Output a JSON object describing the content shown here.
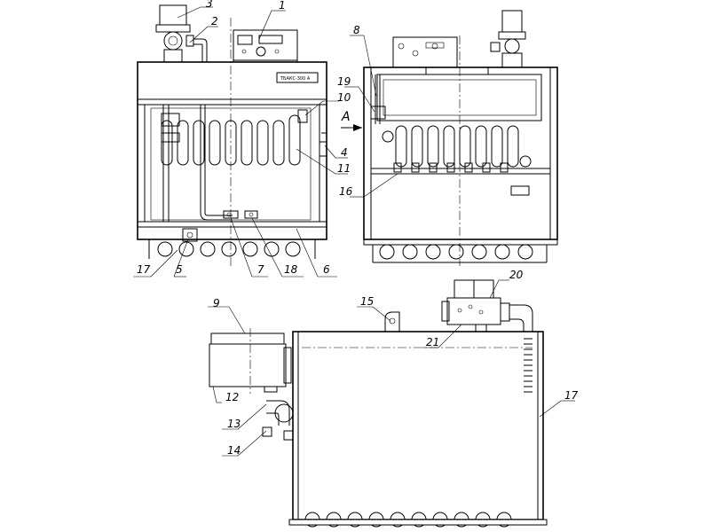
{
  "labels": {
    "n1": "1",
    "n2": "2",
    "n3": "3",
    "n4": "4",
    "n5": "5",
    "n6": "6",
    "n7": "7",
    "n8": "8",
    "n9": "9",
    "n10": "10",
    "n11": "11",
    "n12": "12",
    "n13": "13",
    "n14": "14",
    "n15": "15",
    "n16": "16",
    "n17a": "17",
    "n17b": "17",
    "n18": "18",
    "n19": "19",
    "n20": "20",
    "n21": "21"
  },
  "view_marker": "A",
  "nameplate": "ТБАКС-300 А"
}
